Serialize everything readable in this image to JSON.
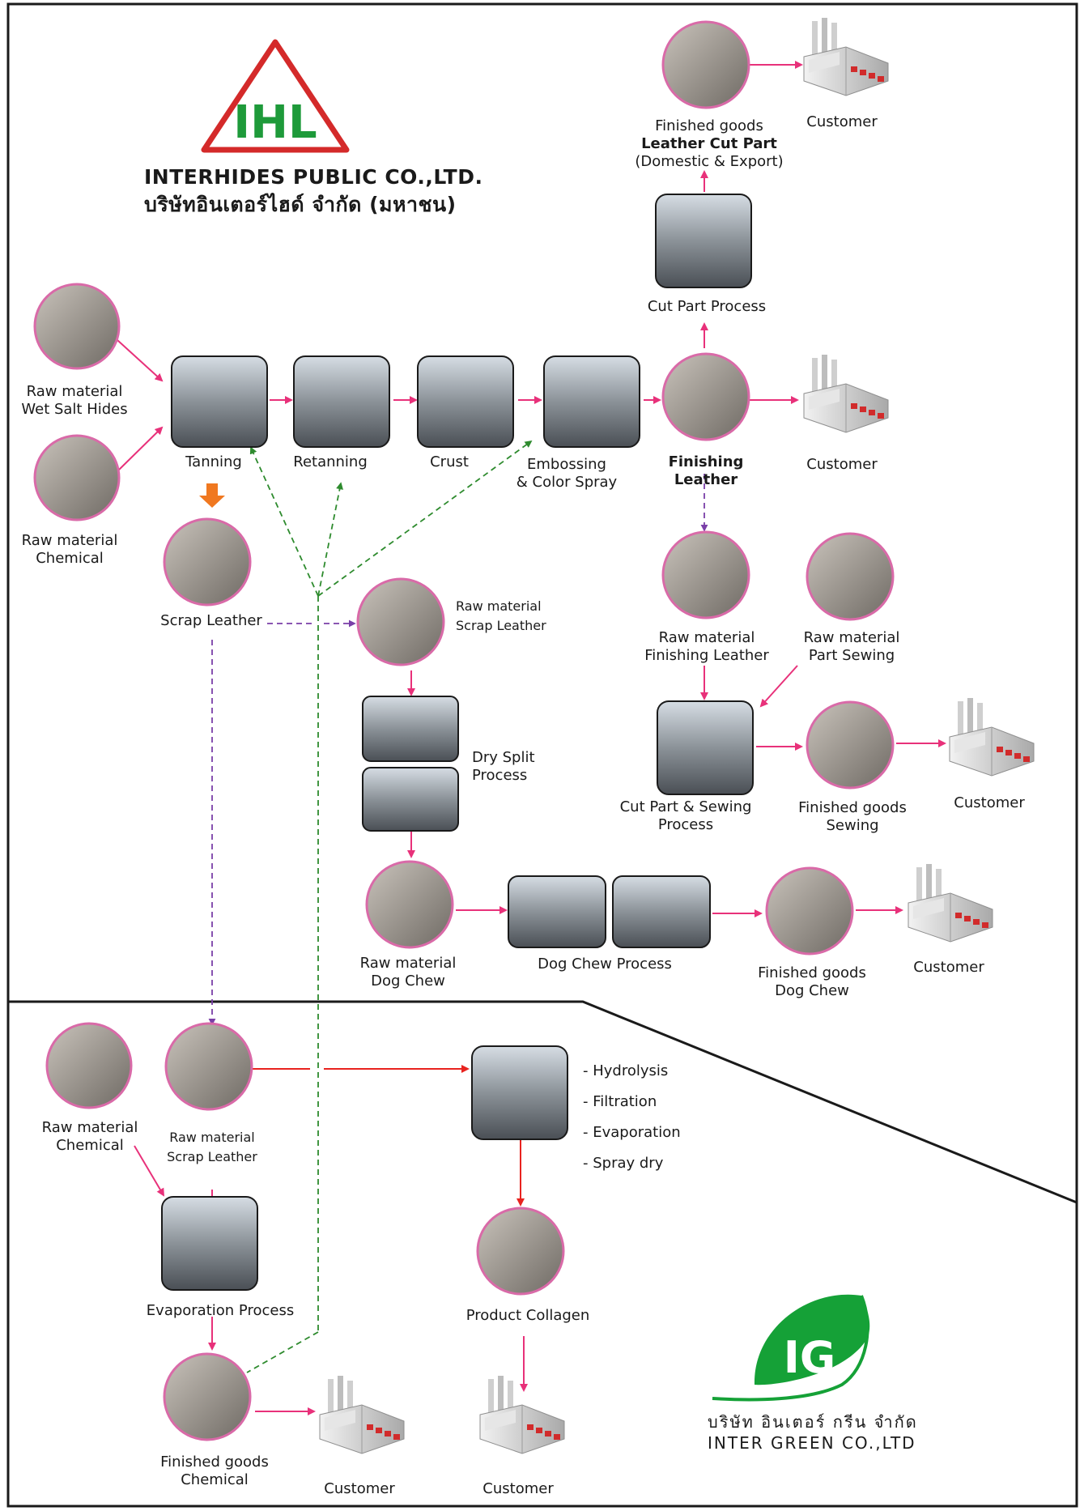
{
  "company_top": {
    "logo_text": "IHL",
    "name_en": "INTERHIDES PUBLIC CO.,LTD.",
    "name_th": "บริษัทอินเตอร์ไฮด์ จำกัด (มหาชน)"
  },
  "company_bottom": {
    "logo_text": "IG",
    "name_th": "บริษัท อินเตอร์ กรีน จำกัด",
    "name_en": "INTER GREEN CO.,LTD"
  },
  "colors": {
    "frame": "#1a1a1a",
    "pink_arrow": "#e8317a",
    "purple_dashed": "#7a3fa8",
    "green_dashed": "#2e8b2e",
    "red_arrow": "#e8231f",
    "orange_arrow": "#f07820",
    "ihl_green": "#1e9a3a",
    "ihl_red": "#d42a2a",
    "ig_green": "#15a137",
    "circle_border": "#d96aa8"
  },
  "labels": {
    "wet_salt": [
      "Raw material",
      "Wet Salt Hides"
    ],
    "chemical_top": [
      "Raw material",
      "Chemical"
    ],
    "tanning": "Tanning",
    "retanning": "Retanning",
    "crust": "Crust",
    "embossing": [
      "Embossing",
      "& Color Spray"
    ],
    "finishing_leather": [
      "Finishing",
      "Leather"
    ],
    "customer": "Customer",
    "cut_part_process": "Cut Part Process",
    "finished_cut_part": [
      "Finished goods",
      "Leather Cut Part",
      "(Domestic & Export)"
    ],
    "scrap_leather": "Scrap Leather",
    "raw_scrap_leather": [
      "Raw material",
      "Scrap Leather"
    ],
    "dry_split": [
      "Dry Split",
      "Process"
    ],
    "raw_dog_chew": [
      "Raw material",
      "Dog Chew"
    ],
    "dog_chew_process": "Dog Chew Process",
    "finished_dog_chew": [
      "Finished goods",
      "Dog Chew"
    ],
    "raw_finishing_leather": [
      "Raw material",
      "Finishing Leather"
    ],
    "raw_part_sewing": [
      "Raw material",
      "Part Sewing"
    ],
    "cut_sewing_process": [
      "Cut Part & Sewing",
      "Process"
    ],
    "finished_sewing": [
      "Finished goods",
      "Sewing"
    ],
    "chemical_bottom": [
      "Raw material",
      "Chemical"
    ],
    "raw_scrap_bottom": [
      "Raw material",
      "Scrap Leather"
    ],
    "evaporation_process": "Evaporation Process",
    "finished_chemical": [
      "Finished goods",
      "Chemical"
    ],
    "collagen_steps": [
      "- Hydrolysis",
      "- Filtration",
      "- Evaporation",
      "- Spray dry"
    ],
    "product_collagen": "Product Collagen"
  }
}
